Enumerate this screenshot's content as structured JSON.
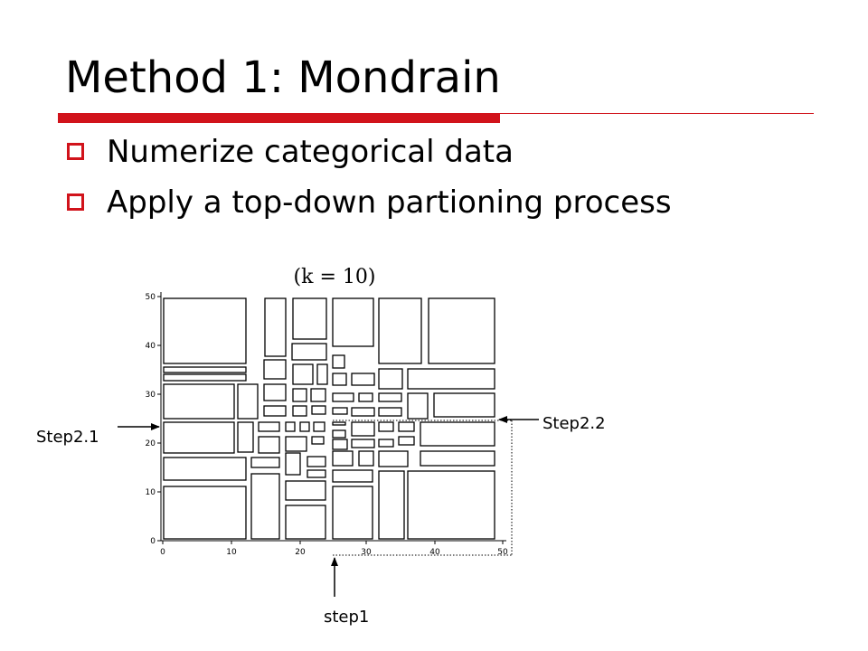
{
  "slide": {
    "title": "Method 1: Mondrain",
    "bullets": [
      "Numerize categorical data",
      "Apply a top-down partioning process"
    ],
    "accent_color": "#d1131b",
    "bullet_icon": "hollow-square-icon"
  },
  "figure": {
    "caption": "(k = 10)",
    "x_ticks": [
      "0",
      "10",
      "20",
      "30",
      "40",
      "50"
    ],
    "y_ticks": [
      "0",
      "10",
      "20",
      "30",
      "40",
      "50"
    ],
    "x_range": [
      0,
      50
    ],
    "y_range": [
      0,
      50
    ]
  },
  "annotations": {
    "step1": "step1",
    "step2_1": "Step2.1",
    "step2_2": "Step2.2"
  }
}
